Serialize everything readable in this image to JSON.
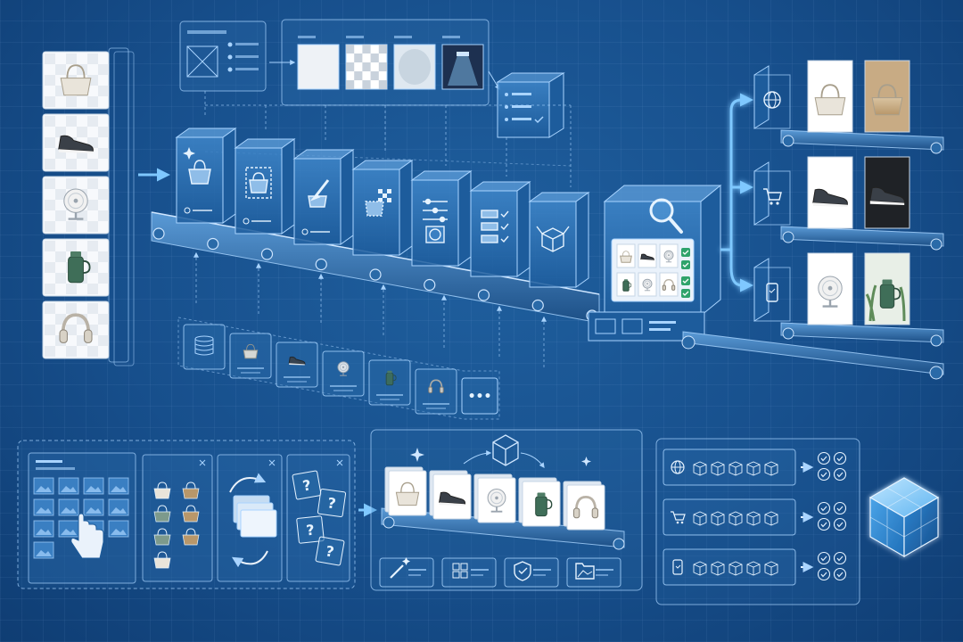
{
  "theme": {
    "accent": "#7fc8ff",
    "line": "#a9d4ff",
    "panel_fill": "#2a6aa8",
    "background": "#174f8c"
  },
  "inputs": {
    "products": [
      "handbag",
      "sneaker",
      "desk-fan",
      "thermos",
      "headphones"
    ]
  },
  "pipeline": {
    "stages": [
      {
        "icon": "handbag-icon"
      },
      {
        "icon": "crop-icon"
      },
      {
        "icon": "brush-icon"
      },
      {
        "icon": "transparency-icon"
      },
      {
        "icon": "sliders-icon"
      },
      {
        "icon": "checklist-icon"
      },
      {
        "icon": "package-icon"
      }
    ],
    "background_options": [
      "plain",
      "transparent",
      "gradient",
      "spotlight"
    ],
    "qa_thumbs": [
      "handbag",
      "sneaker",
      "fan",
      "bottle",
      "fan",
      "headphones"
    ]
  },
  "channels": [
    {
      "icon": "globe-icon"
    },
    {
      "icon": "cart-icon"
    },
    {
      "icon": "mobile-icon"
    }
  ],
  "assets": {
    "items": [
      "database",
      "handbag",
      "sneaker",
      "fan",
      "bottle",
      "headphones"
    ],
    "more": "•••"
  },
  "bottom_tools": [
    "magic-wand-icon",
    "grid-icon",
    "shield-check-icon",
    "folder-image-icon"
  ],
  "modal_questions": [
    "?",
    "?",
    "?",
    "?"
  ]
}
